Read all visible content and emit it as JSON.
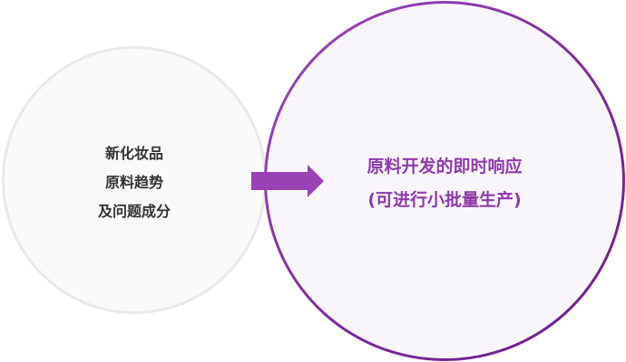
{
  "left_node": {
    "lines": [
      "新化妆品",
      "原料趋势",
      "及问题成分"
    ],
    "fill": "#fafafa",
    "border": "#e9e9e9",
    "text_color": "#333333"
  },
  "right_node": {
    "lines": [
      "原料开发的即时响应",
      "(可进行小批量生产)"
    ],
    "fill": "#f9f6fb",
    "border": "#8a35ab",
    "text_color": "#8d3aab"
  },
  "arrow": {
    "icon": "right-arrow-icon",
    "color": "#9a42b5"
  }
}
